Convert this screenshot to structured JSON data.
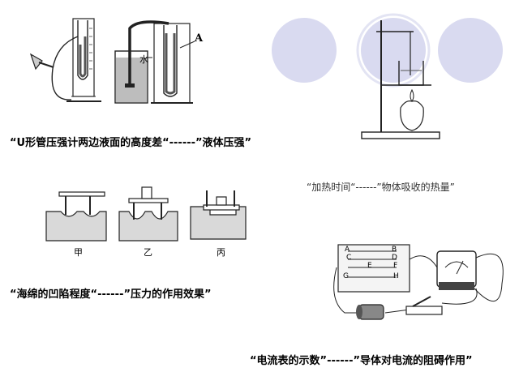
{
  "captions": {
    "pressure_gauge": "“U形管压强计两边液面的高度差“------”液体压强”",
    "heating": "“加热时间“------”物体吸收的热量”",
    "sponge": "“海绵的凹陷程度“------”压力的作用效果”",
    "ammeter": "“电流表的示数”------”导体对电流的阻碍作用”"
  },
  "labels": {
    "water": "水",
    "point_a": "A",
    "sponge_1": "甲",
    "sponge_2": "乙",
    "sponge_3": "丙",
    "board_a": "A",
    "board_b": "B",
    "board_c": "C",
    "board_d": "D",
    "board_e": "E",
    "board_f": "F",
    "board_g": "G",
    "board_h": "H"
  },
  "colors": {
    "circle_fill": "#d9daf0",
    "line": "#222222",
    "water": "#bdbdbd"
  }
}
